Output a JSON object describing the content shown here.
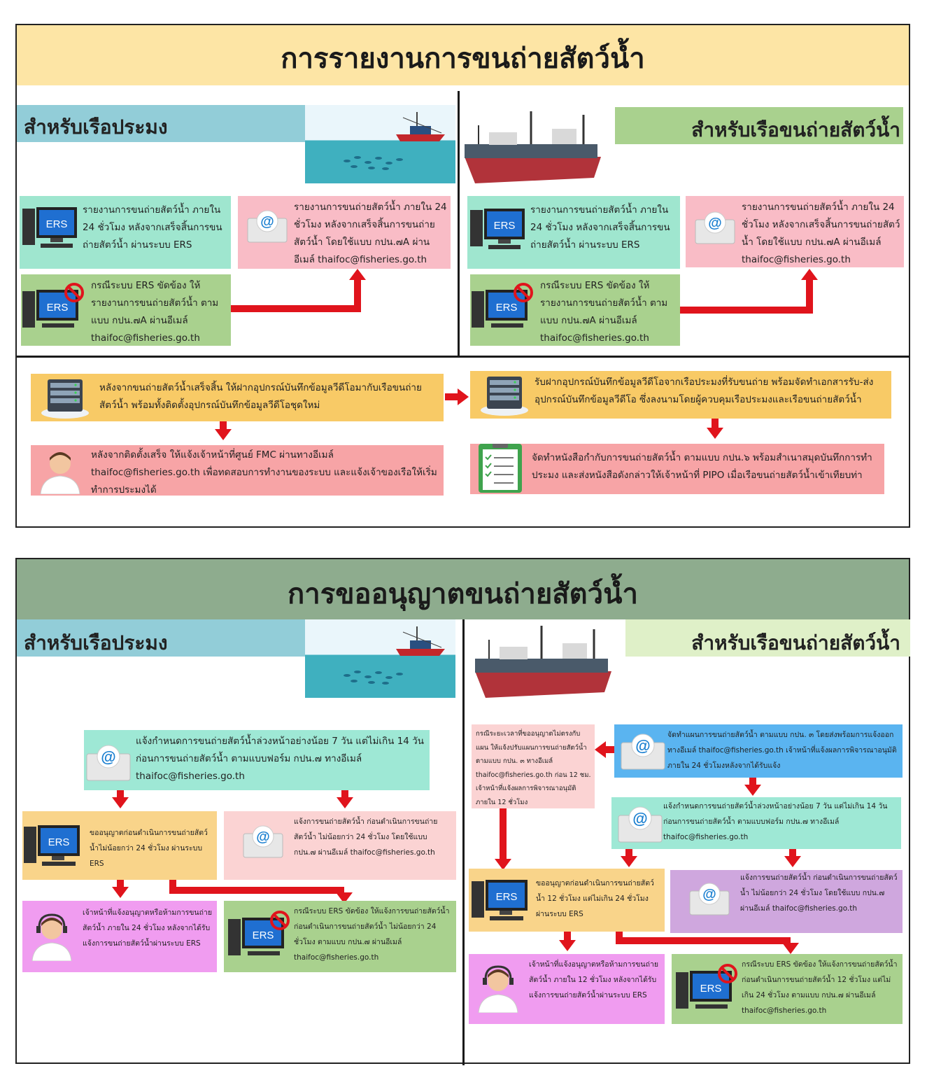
{
  "top": {
    "title": "การรายงานการขนถ่ายสัตว์น้ำ",
    "fishing_header": "สำหรับเรือประมง",
    "carrier_header": "สำหรับเรือขนถ่ายสัตว์น้ำ",
    "ers_report": "รายงานการขนถ่ายสัตว์น้ำ ภายใน 24 ชั่วโมง หลังจากเสร็จสิ้นการขนถ่ายสัตว์น้ำ ผ่านระบบ ERS",
    "email_report": "รายงานการขนถ่ายสัตว์น้ำ ภายใน 24 ชั่วโมง หลังจากเสร็จสิ้นการขนถ่ายสัตว์น้ำ โดยใช้แบบ กปน.๗A ผ่านอีเมล์ thaifoc@fisheries.go.th",
    "ers_fail": "กรณีระบบ ERS ขัดข้อง ให้รายงานการขนถ่ายสัตว์น้ำ ตามแบบ กปน.๗A ผ่านอีเมล์ thaifoc@fisheries.go.th",
    "vms_after": "หลังจากขนถ่ายสัตว์น้ำเสร็จสิ้น ให้ฝากอุปกรณ์บันทึกข้อมูลวีดีโอมากับเรือขนถ่ายสัตว์น้ำ พร้อมทั้งติดตั้งอุปกรณ์บันทึกข้อมูลวีดีโอชุดใหม่",
    "vms_notify": "หลังจากติดตั้งเสร็จ ให้แจ้งเจ้าหน้าที่ศูนย์ FMC ผ่านทางอีเมล์ thaifoc@fisheries.go.th เพื่อทดสอบการทำงานของระบบ และแจ้งเจ้าของเรือให้เริ่มทำการประมงได้",
    "vms_receive": "รับฝากอุปกรณ์บันทึกข้อมูลวีดีโอจากเรือประมงที่รับขนถ่าย พร้อมจัดทำเอกสารรับ-ส่งอุปกรณ์บันทึกข้อมูลวีดีโอ ซึ่งลงนามโดยผู้ควบคุมเรือประมงและเรือขนถ่ายสัตว์น้ำ",
    "doc_prepare": "จัดทำหนังสือกำกับการขนถ่ายสัตว์น้ำ ตามแบบ กปน.๖ พร้อมสำเนาสมุดบันทึกการทำประมง และส่งหนังสือดังกล่าวให้เจ้าหน้าที่ PIPO เมื่อเรือขนถ่ายสัตว์น้ำเข้าเทียบท่า"
  },
  "bottom": {
    "title": "การขออนุญาตขนถ่ายสัตว์น้ำ",
    "fishing_header": "สำหรับเรือประมง",
    "carrier_header": "สำหรับเรือขนถ่ายสัตว์น้ำ",
    "f_notify": "แจ้งกำหนดการขนถ่ายสัตว์น้ำล่วงหน้าอย่างน้อย 7 วัน แต่ไม่เกิน 14 วัน ก่อนการขนถ่ายสัตว์น้ำ ตามแบบฟอร์ม กปน.๗ ทางอีเมล์ thaifoc@fisheries.go.th",
    "f_ers_permit": "ขออนุญาตก่อนดำเนินการขนถ่ายสัตว์น้ำไม่น้อยกว่า 24 ชั่วโมง ผ่านระบบ ERS",
    "f_email_notify": "แจ้งการขนถ่ายสัตว์น้ำ ก่อนดำเนินการขนถ่ายสัตว์น้ำ ไม่น้อยกว่า 24 ชั่วโมง โดยใช้แบบ กปน.๗ ผ่านอีเมล์ thaifoc@fisheries.go.th",
    "f_officer": "เจ้าหน้าที่แจ้งอนุญาตหรือห้ามการขนถ่ายสัตว์น้ำ ภายใน 24 ชั่วโมง หลังจากได้รับแจ้งการขนถ่ายสัตว์น้ำผ่านระบบ ERS",
    "f_ers_fail": "กรณีระบบ ERS ขัดข้อง ให้แจ้งการขนถ่ายสัตว์น้ำ ก่อนดำเนินการขนถ่ายสัตว์น้ำ ไม่น้อยกว่า 24 ชั่วโมง ตามแบบ กปน.๗ ผ่านอีเมล์ thaifoc@fisheries.go.th",
    "c_plan": "จัดทำแผนการขนถ่ายสัตว์น้ำ ตามแบบ กปน. ๓ โดยส่งพร้อมการแจ้งออก ทางอีเมล์ thaifoc@fisheries.go.th เจ้าหน้าที่แจ้งผลการพิจารณาอนุมัติ ภายใน 24 ชั่วโมงหลังจากได้รับแจ้ง",
    "c_late": "กรณีระยะเวลาที่ขออนุญาตไม่ตรงกับแผน ให้แจ้งปรับแผนการขนถ่ายสัตว์น้ำ ตามแบบ กปน. ๓ ทางอีเมล์ thaifoc@fisheries.go.th ก่อน 12 ชม. เจ้าหน้าที่แจ้งผลการพิจารณาอนุมัติ ภายใน 12 ชั่วโมง",
    "c_notify": "แจ้งกำหนดการขนถ่ายสัตว์น้ำล่วงหน้าอย่างน้อย 7 วัน แต่ไม่เกิน 14 วัน ก่อนการขนถ่ายสัตว์น้ำ ตามแบบฟอร์ม กปน.๗ ทางอีเมล์ thaifoc@fisheries.go.th",
    "c_ers_permit": "ขออนุญาตก่อนดำเนินการขนถ่ายสัตว์น้ำ 12 ชั่วโมง แต่ไม่เกิน 24 ชั่วโมง ผ่านระบบ ERS",
    "c_email_notify": "แจ้งการขนถ่ายสัตว์น้ำ ก่อนดำเนินการขนถ่ายสัตว์น้ำ ไม่น้อยกว่า 24 ชั่วโมง โดยใช้แบบ กปน.๗ ผ่านอีเมล์ thaifoc@fisheries.go.th",
    "c_officer": "เจ้าหน้าที่แจ้งอนุญาตหรือห้ามการขนถ่ายสัตว์น้ำ ภายใน 12 ชั่วโมง หลังจากได้รับแจ้งการขนถ่ายสัตว์น้ำผ่านระบบ ERS",
    "c_ers_fail": "กรณีระบบ ERS ขัดข้อง ให้แจ้งการขนถ่ายสัตว์น้ำ ก่อนดำเนินการขนถ่ายสัตว์น้ำ 12 ชั่วโมง แต่ไม่เกิน 24 ชั่วโมง ตามแบบ กปน.๗ ผ่านอีเมล์ thaifoc@fisheries.go.th"
  },
  "icons": {
    "ers_label": "ERS",
    "email_symbol": "@"
  },
  "colors": {
    "arrow": "#e0141c",
    "title_top": "#fde5a5",
    "title_bottom": "#8eac8e"
  }
}
